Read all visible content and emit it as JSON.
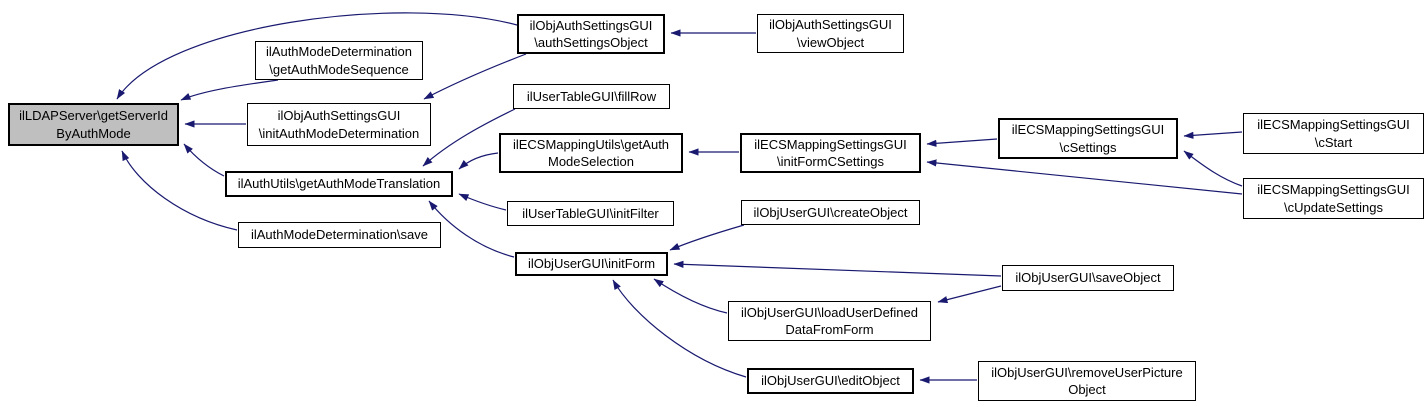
{
  "graph": {
    "type": "caller-graph",
    "colors": {
      "edge": "#191970",
      "node_border": "#000000",
      "node_fill": "#ffffff",
      "highlight_fill": "#bfbfbf"
    },
    "nodes": {
      "main": {
        "label": "ilLDAPServer\\getServerId\nByAuthMode",
        "highlighted": true
      },
      "getAuthModeSequence": {
        "label": "ilAuthModeDetermination\n\\getAuthModeSequence"
      },
      "initAuthModeDetermination": {
        "label": "ilObjAuthSettingsGUI\n\\initAuthModeDetermination"
      },
      "getAuthModeTranslation": {
        "label": "ilAuthUtils\\getAuthModeTranslation"
      },
      "save": {
        "label": "ilAuthModeDetermination\\save"
      },
      "authSettingsObject": {
        "label": "ilObjAuthSettingsGUI\n\\authSettingsObject"
      },
      "fillRow": {
        "label": "ilUserTableGUI\\fillRow"
      },
      "getAuthModeSelection": {
        "label": "ilECSMappingUtils\\getAuth\nModeSelection"
      },
      "initFilter": {
        "label": "ilUserTableGUI\\initFilter"
      },
      "initForm": {
        "label": "ilObjUserGUI\\initForm"
      },
      "viewObject": {
        "label": "ilObjAuthSettingsGUI\n\\viewObject"
      },
      "initFormCSettings": {
        "label": "ilECSMappingSettingsGUI\n\\initFormCSettings"
      },
      "createObject": {
        "label": "ilObjUserGUI\\createObject"
      },
      "loadUserDefinedDataFromForm": {
        "label": "ilObjUserGUI\\loadUserDefined\nDataFromForm"
      },
      "editObject": {
        "label": "ilObjUserGUI\\editObject"
      },
      "cSettings": {
        "label": "ilECSMappingSettingsGUI\n\\cSettings"
      },
      "saveObject": {
        "label": "ilObjUserGUI\\saveObject"
      },
      "removeUserPictureObject": {
        "label": "ilObjUserGUI\\removeUserPicture\nObject"
      },
      "cStart": {
        "label": "ilECSMappingSettingsGUI\n\\cStart"
      },
      "cUpdateSettings": {
        "label": "ilECSMappingSettingsGUI\n\\cUpdateSettings"
      }
    },
    "edges": [
      {
        "from": "authSettingsObject",
        "to": "main"
      },
      {
        "from": "getAuthModeSequence",
        "to": "main"
      },
      {
        "from": "initAuthModeDetermination",
        "to": "main"
      },
      {
        "from": "getAuthModeTranslation",
        "to": "main"
      },
      {
        "from": "save",
        "to": "main"
      },
      {
        "from": "authSettingsObject",
        "to": "initAuthModeDetermination"
      },
      {
        "from": "viewObject",
        "to": "authSettingsObject"
      },
      {
        "from": "fillRow",
        "to": "getAuthModeTranslation"
      },
      {
        "from": "getAuthModeSelection",
        "to": "getAuthModeTranslation"
      },
      {
        "from": "initFilter",
        "to": "getAuthModeTranslation"
      },
      {
        "from": "initForm",
        "to": "getAuthModeTranslation"
      },
      {
        "from": "initFormCSettings",
        "to": "getAuthModeSelection"
      },
      {
        "from": "cSettings",
        "to": "initFormCSettings"
      },
      {
        "from": "cUpdateSettings",
        "to": "initFormCSettings"
      },
      {
        "from": "cStart",
        "to": "cSettings"
      },
      {
        "from": "cUpdateSettings",
        "to": "cSettings"
      },
      {
        "from": "createObject",
        "to": "initForm"
      },
      {
        "from": "saveObject",
        "to": "initForm"
      },
      {
        "from": "saveObject",
        "to": "loadUserDefinedDataFromForm"
      },
      {
        "from": "loadUserDefinedDataFromForm",
        "to": "initForm"
      },
      {
        "from": "editObject",
        "to": "initForm"
      },
      {
        "from": "removeUserPictureObject",
        "to": "editObject"
      }
    ]
  }
}
